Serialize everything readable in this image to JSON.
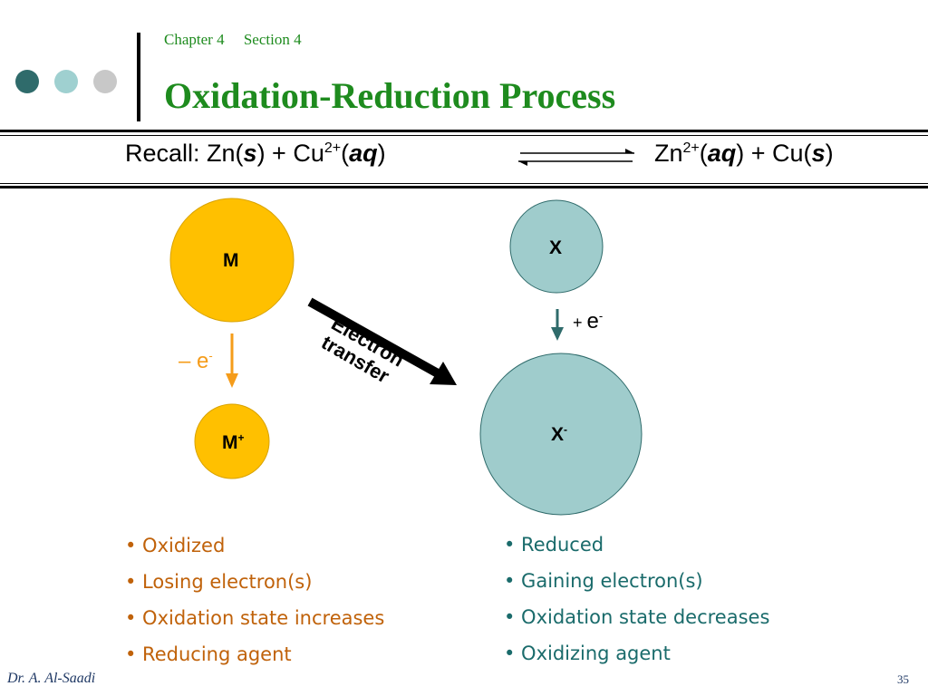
{
  "header": {
    "chapter": "Chapter  4",
    "section": "Section 4",
    "title": "Oxidation-Reduction Process",
    "decor_colors": [
      "#2f6b6b",
      "#9fd0d0",
      "#c8c8c8"
    ]
  },
  "equation": {
    "left_prefix": "Recall: Zn(",
    "left_state1": "s",
    "left_mid": ") + Cu",
    "left_charge": "2+",
    "left_open": "(",
    "left_state2": "aq",
    "left_close": ")",
    "right_prefix": "Zn",
    "right_charge": "2+",
    "right_open": "(",
    "right_state1": "aq",
    "right_mid": ") + Cu(",
    "right_state2": "s",
    "right_close": ")"
  },
  "diagram": {
    "m_label": "M",
    "m_plus_label": "M",
    "m_plus_charge": "+",
    "x_label": "X",
    "x_minus_label": "X",
    "x_minus_charge": "-",
    "lose_label": "– e",
    "lose_charge": "-",
    "gain_plus": "+ ",
    "gain_label": "e",
    "gain_charge": "-",
    "transfer_line1": "Electron",
    "transfer_line2": "transfer",
    "colors": {
      "metal": "#ffc000",
      "nonmetal": "#9fcccc",
      "lose_arrow": "#f59c1a",
      "gain_arrow": "#2f6b6b",
      "oxidation_text": "#c0620a",
      "reduction_text": "#1a6b6b"
    }
  },
  "oxidation_points": [
    "• Oxidized",
    "• Losing electron(s)",
    "• Oxidation state increases",
    "• Reducing agent"
  ],
  "reduction_points": [
    "• Reduced",
    "• Gaining electron(s)",
    "• Oxidation state decreases",
    "• Oxidizing agent"
  ],
  "footer": {
    "author": "Dr. A. Al-Saadi",
    "page": "35"
  }
}
